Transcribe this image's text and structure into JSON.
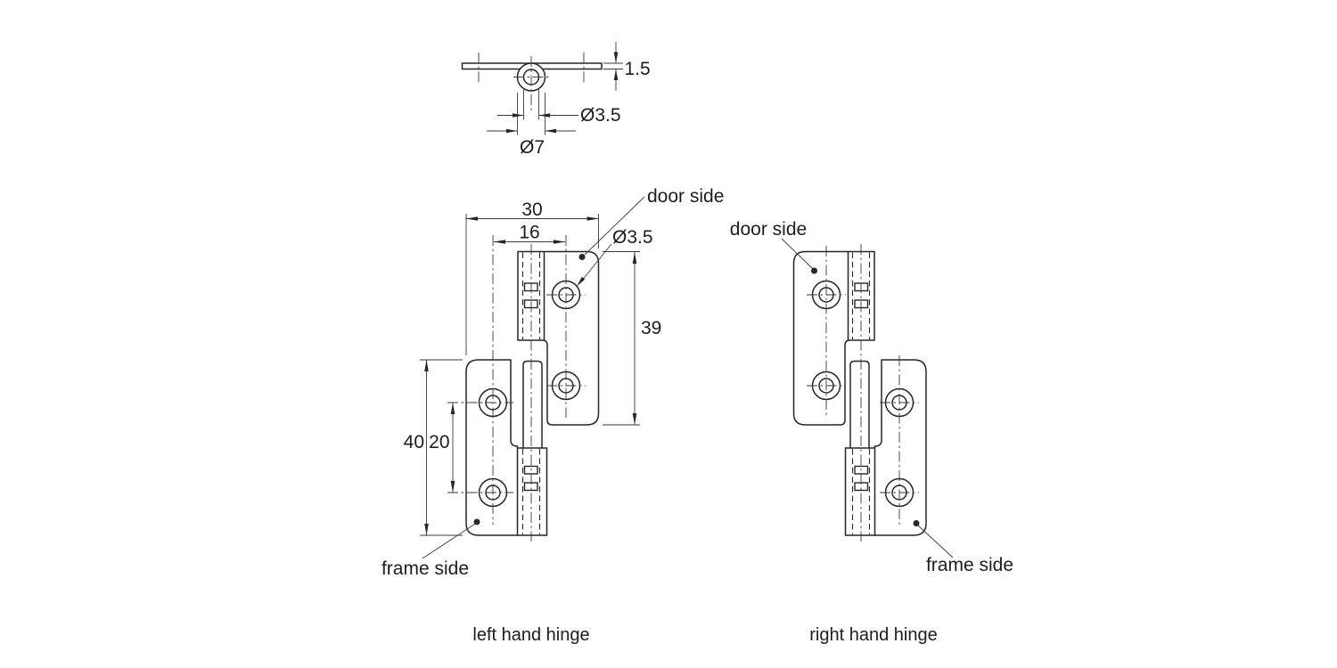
{
  "top_view": {
    "thickness": "1.5",
    "pin_hole_diameter": "Ø3.5",
    "knuckle_diameter": "Ø7"
  },
  "left_hinge": {
    "caption": "left hand hinge",
    "overall_width": "30",
    "hole_centre_distance": "16",
    "door_leaf_height": "39",
    "frame_leaf_height": "40",
    "frame_hole_spacing": "20",
    "screw_hole_diameter": "Ø3.5",
    "door_side_label": "door side",
    "frame_side_label": "frame side"
  },
  "right_hinge": {
    "caption": "right hand hinge",
    "door_side_label": "door side",
    "frame_side_label": "frame side"
  },
  "colors": {
    "line": "#262626",
    "background": "#ffffff"
  }
}
